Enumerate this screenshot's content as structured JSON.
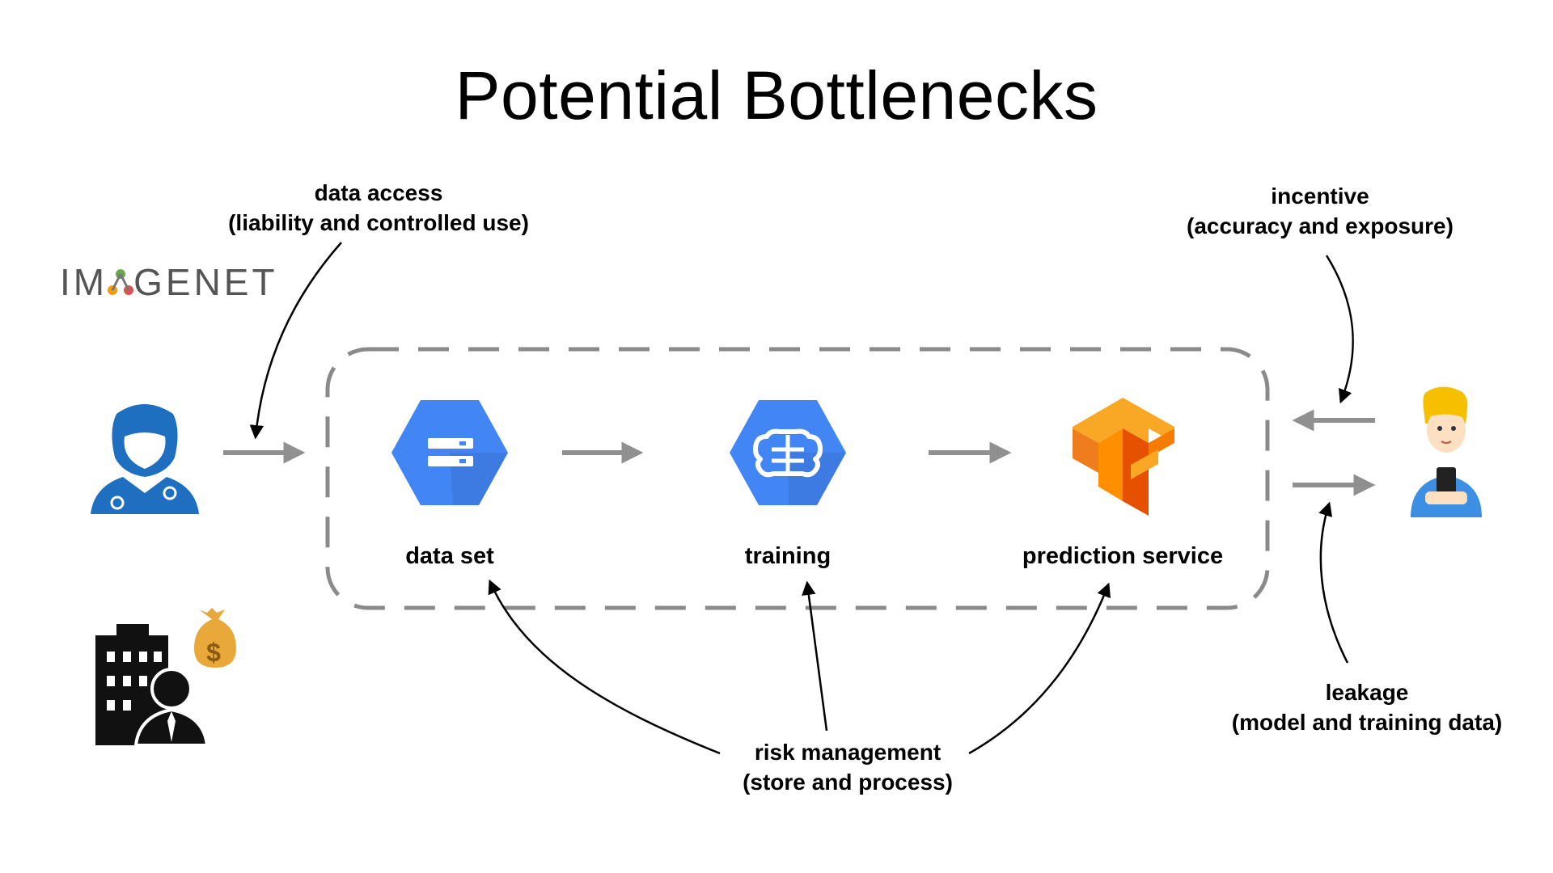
{
  "title": "Potential Bottlenecks",
  "logo_text": {
    "left": "IM",
    "right": "GENET"
  },
  "nodes": {
    "dataset": {
      "label": "data set",
      "icon": "cloud-storage-icon",
      "color": "#3d7fe0"
    },
    "training": {
      "label": "training",
      "icon": "cloud-ml-brain-icon",
      "color": "#3d7fe0"
    },
    "prediction": {
      "label": "prediction service",
      "icon": "tensorflow-icon",
      "color": "#f09a2a"
    }
  },
  "annotations": {
    "data_access": {
      "line1": "data access",
      "line2": "(liability and controlled use)"
    },
    "incentive": {
      "line1": "incentive",
      "line2": "(accuracy and exposure)"
    },
    "risk": {
      "line1": "risk management",
      "line2": "(store and process)"
    },
    "leakage": {
      "line1": "leakage",
      "line2": "(model and training data)"
    }
  },
  "actors": {
    "doctor": "doctor-icon",
    "company": "company-investor-icon",
    "user": "user-with-phone-icon"
  },
  "colors": {
    "flow_arrow": "#909090",
    "dashed_box": "#8a8a8a",
    "annotation_arrow": "#000000"
  }
}
